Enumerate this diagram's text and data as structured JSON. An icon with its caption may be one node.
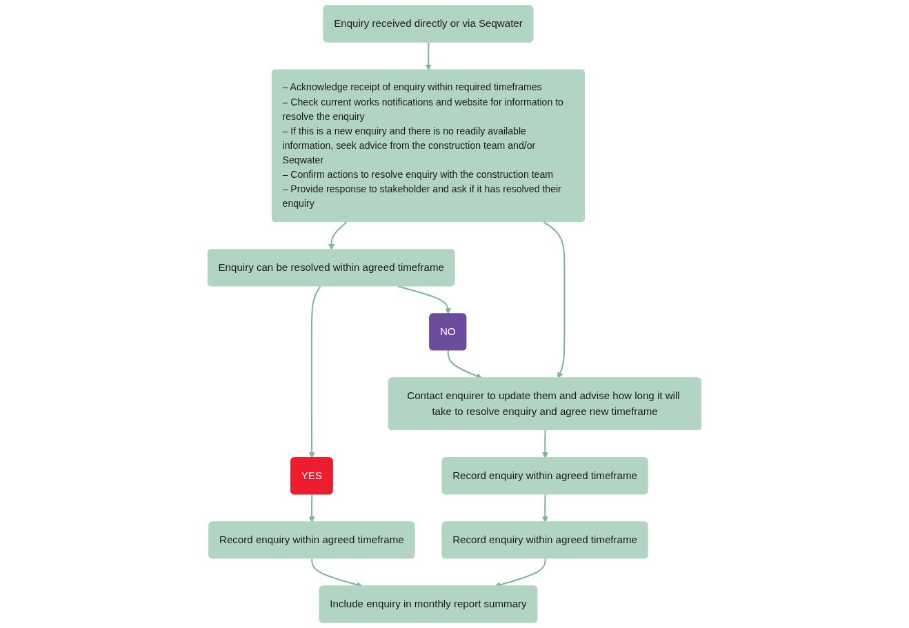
{
  "diagram": {
    "nodes": [
      {
        "text": [
          "Enquiry received directly or via Seqwater"
        ]
      },
      {
        "text": [
          "– Acknowledge receipt of enquiry within required timeframes",
          "– Check current works notifications and website for information to resolve the enquiry",
          "– If this is a new enquiry and there is no readily available information, seek advice from the construction team and/or Seqwater",
          "– Confirm actions to resolve enquiry with the construction team",
          "– Provide response to stakeholder and ask if it has resolved their enquiry"
        ]
      },
      {
        "text": [
          "Enquiry can be resolved within agreed timeframe"
        ]
      },
      {
        "text": [
          "YES"
        ]
      },
      {
        "text": [
          "NO"
        ]
      },
      {
        "text": [
          "Contact enquirer to update them and advise how long it will take to resolve enquiry and agree new timeframe"
        ]
      },
      {
        "text": [
          "Record enquiry within agreed timeframe"
        ]
      },
      {
        "text": [
          "Include enquiry in monthly report summary"
        ]
      },
      {
        "text": [
          "Record enquiry within agreed timeframe"
        ]
      },
      {
        "text": [
          "Record enquiry within agreed timeframe"
        ]
      }
    ],
    "edges": [
      {
        "from": 0,
        "to": 1,
        "arrow": "to"
      },
      {
        "from": 1,
        "to": 2,
        "arrow": "to"
      },
      {
        "from": 1,
        "to": 5,
        "arrow": "to"
      },
      {
        "from": 2,
        "to": 3,
        "arrow": "to"
      },
      {
        "from": 2,
        "to": 4,
        "arrow": "to"
      },
      {
        "from": 4,
        "to": 5,
        "arrow": "to"
      },
      {
        "from": 3,
        "to": 6,
        "arrow": "to"
      },
      {
        "from": 6,
        "to": 7,
        "arrow": "to"
      },
      {
        "from": 5,
        "to": 8,
        "arrow": "to"
      },
      {
        "from": 8,
        "to": 9,
        "arrow": "to"
      },
      {
        "from": 9,
        "to": 7,
        "arrow": "to"
      }
    ]
  }
}
